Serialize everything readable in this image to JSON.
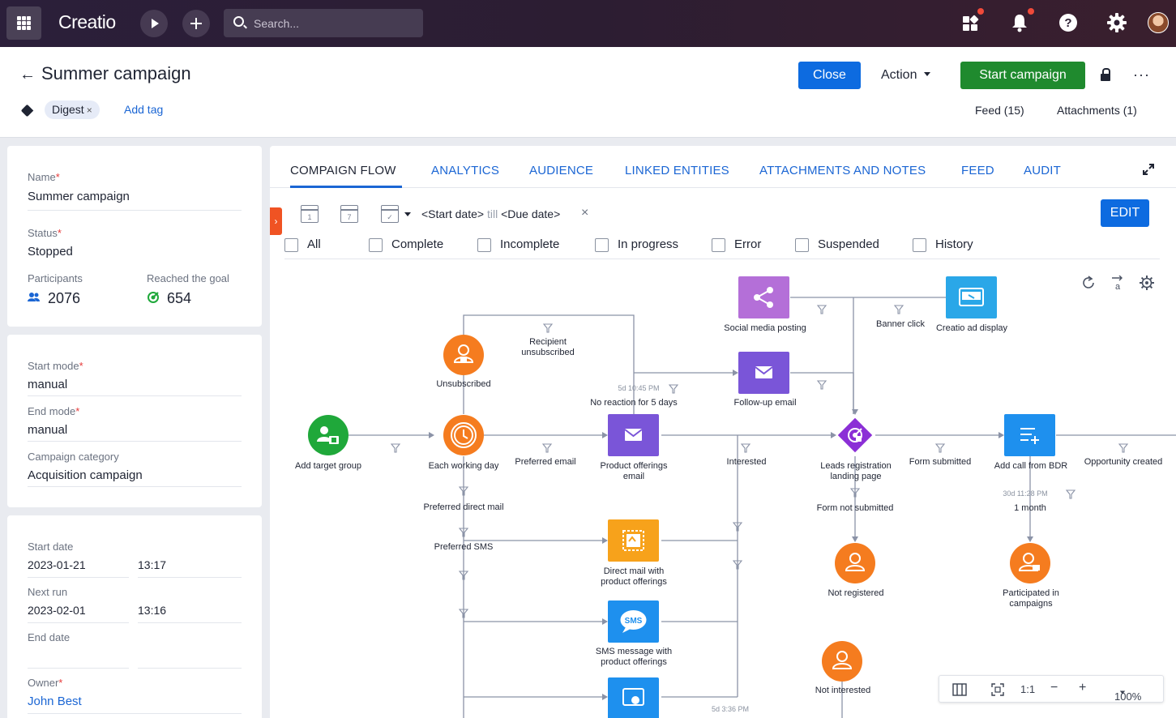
{
  "topbar": {
    "logo": "Creatio",
    "search_placeholder": "Search...",
    "icons": [
      "apps-grid-icon",
      "play-icon",
      "plus-icon",
      "search-icon",
      "widgets-icon",
      "bell-icon",
      "help-icon",
      "gear-icon",
      "user-avatar"
    ]
  },
  "header": {
    "title": "Summer campaign",
    "tag": "Digest",
    "tag_remove": "×",
    "add_tag": "Add tag",
    "close": "Close",
    "action": "Action",
    "start_campaign": "Start campaign",
    "more": "···",
    "feed": "Feed (15)",
    "attachments": "Attachments (1)"
  },
  "panel1": {
    "name_label": "Name",
    "name_value": "Summer campaign",
    "status_label": "Status",
    "status_value": "Stopped",
    "participants_label": "Participants",
    "participants_value": "2076",
    "reached_label": "Reached the goal",
    "reached_value": "654"
  },
  "panel2": {
    "start_mode_label": "Start mode",
    "start_mode_value": "manual",
    "end_mode_label": "End mode",
    "end_mode_value": "manual",
    "category_label": "Campaign category",
    "category_value": "Acquisition campaign"
  },
  "panel3": {
    "start_date_label": "Start date",
    "start_date": "2023-01-21",
    "start_time": "13:17",
    "next_run_label": "Next run",
    "next_run_date": "2023-02-01",
    "next_run_time": "13:16",
    "end_date_label": "End date",
    "owner_label": "Owner",
    "owner_value": "John Best"
  },
  "tabs": [
    "COMPAIGN FLOW",
    "ANALYTICS",
    "AUDIENCE",
    "LINKED ENTITIES",
    "ATTACHMENTS AND NOTES",
    "FEED",
    "AUDIT"
  ],
  "toolbar": {
    "cal1": "1",
    "cal2": "7",
    "start_date": "<Start date>",
    "till": "till",
    "due_date": "<Due date>",
    "clear": "×",
    "edit": "EDIT"
  },
  "filters": [
    "All",
    "Complete",
    "Incomplete",
    "In progress",
    "Error",
    "Suspended",
    "History"
  ],
  "flow": {
    "nodes": {
      "add_target_group": "Add target group",
      "unsubscribed": "Unsubscribed",
      "each_working_day": "Each working day",
      "product_offerings_email": "Product offerings\nemail",
      "social_media_posting": "Social media posting",
      "follow_up_email": "Follow-up email",
      "creatio_ad_display": "Creatio ad display",
      "leads_registration": "Leads registration\nlanding page",
      "add_call_bdr": "Add call from BDR",
      "direct_mail": "Direct mail with\nproduct offerings",
      "sms_message": "SMS message with\nproduct offerings",
      "not_registered": "Not registered",
      "participated": "Participated in\ncampaigns",
      "not_interested": "Not interested",
      "sms_badge": "SMS"
    },
    "conditions": {
      "recipient_unsubscribed": "Recipient\nunsubscribed",
      "no_reaction": "No reaction for 5 days",
      "preferred_email": "Preferred email",
      "interested": "Interested",
      "banner_click": "Banner click",
      "form_submitted": "Form submitted",
      "opportunity_created": "Opportunity created",
      "preferred_direct_mail": "Preferred direct mail",
      "preferred_sms": "Preferred SMS",
      "form_not_submitted": "Form not submitted",
      "one_month": "1 month"
    },
    "timers": {
      "no_reaction": "5d      10:45 PM",
      "one_month": "30d      11:28 PM",
      "bottom": "5d      3:36 PM"
    },
    "colors": {
      "green": "#1fa83a",
      "orange": "#f57c1f",
      "purple_light": "#b46fd8",
      "purple": "#7a55d8",
      "blue": "#1e90ee",
      "line": "#8b93a7"
    }
  },
  "zoom": {
    "ratio": "1:1",
    "minus": "−",
    "plus": "+",
    "level": "100%"
  }
}
